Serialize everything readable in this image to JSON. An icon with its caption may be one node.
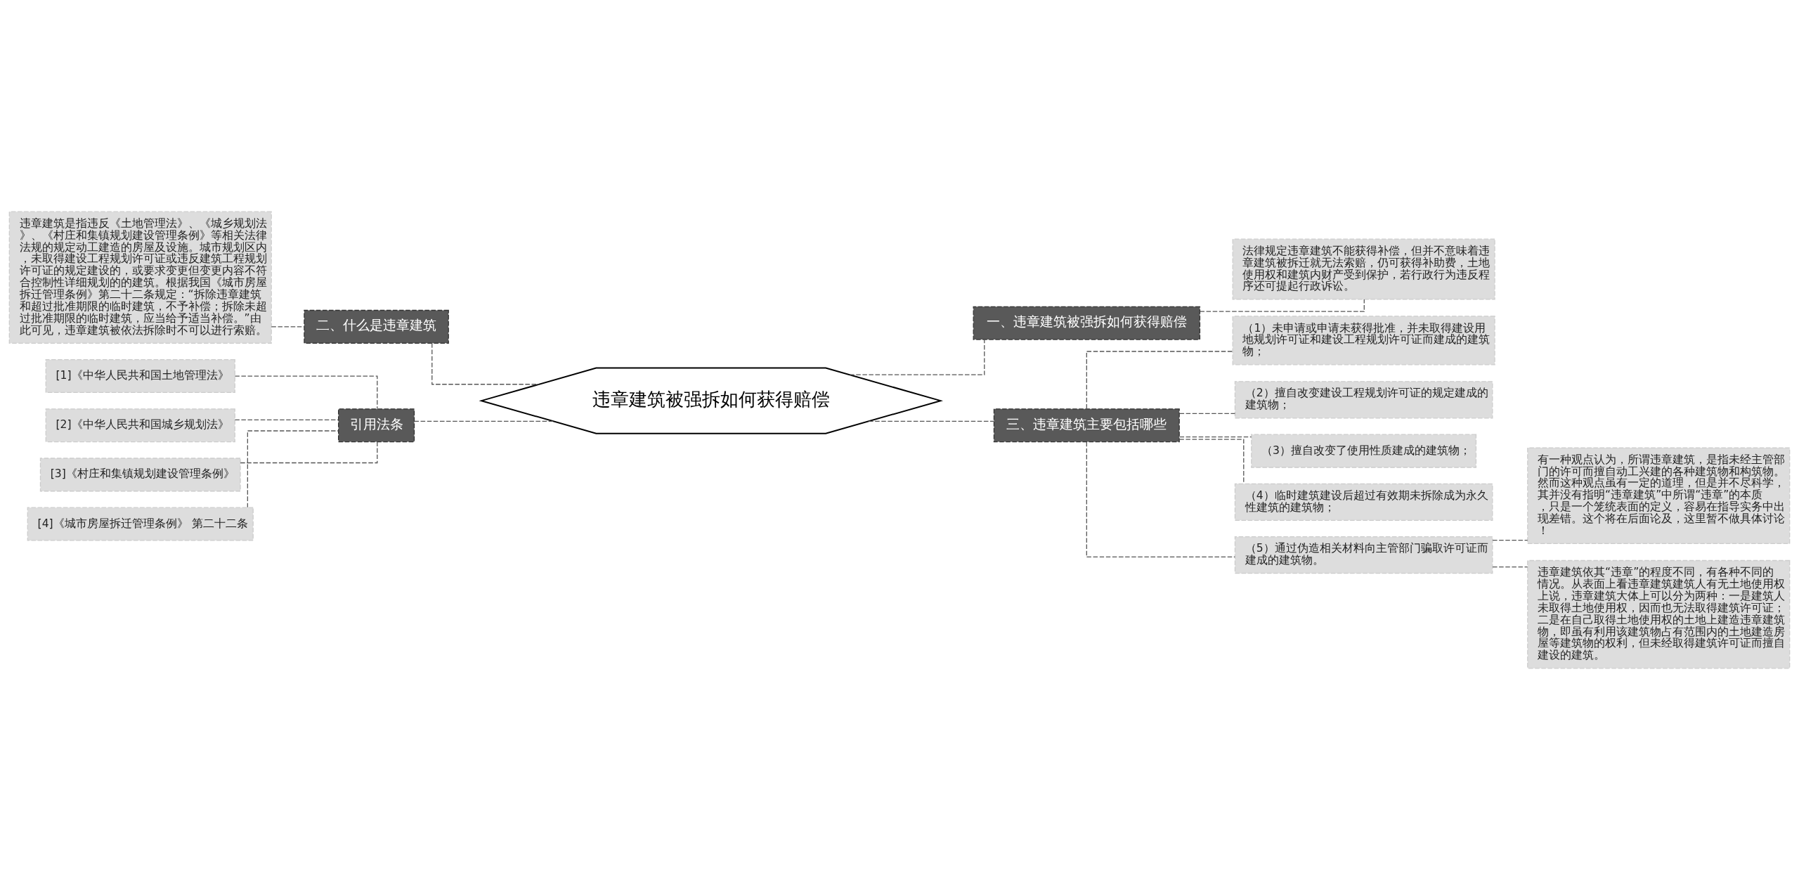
{
  "diagram": {
    "nodes": [
      {
        "text": [
          "违章建筑被强拆如何获得赔偿"
        ]
      },
      {
        "text": [
          "一、违章建筑被强拆如何获得赔偿"
        ]
      },
      {
        "text": [
          "法律规定违章建筑不能获得补偿，但并不意味着违章建筑被拆迁就无法索赔，仍可获得补助费，土地使用权和建筑内财产受到保护，若行政行为违反程序还可提起行政诉讼。"
        ]
      },
      {
        "text": [
          "三、违章建筑主要包括哪些"
        ]
      },
      {
        "text": [
          "（1）未申请或申请未获得批准，并未取得建设用地规划许可证和建设工程规划许可证而建成的建筑物；"
        ]
      },
      {
        "text": [
          "（2）擅自改变建设工程规划许可证的规定建成的建筑物；"
        ]
      },
      {
        "text": [
          "（3）擅自改变了使用性质建成的建筑物；"
        ]
      },
      {
        "text": [
          "（4）临时建筑建设后超过有效期未拆除成为永久性建筑的建筑物；"
        ]
      },
      {
        "text": [
          "（5）通过伪造相关材料向主管部门骗取许可证而建成的建筑物。"
        ]
      },
      {
        "text": [
          "有一种观点认为，所谓违章建筑，是指未经主管部门的许可而擅自动工兴建的各种建筑物和构筑物。然而这种观点虽有一定的道理，但是并不尽科学，其并没有指明“违章建筑”中所谓“违章”的本质，只是一个笼统表面的定义，容易在指导实务中出现差错。这个将在后面论及，这里暂不做具体讨论！"
        ]
      },
      {
        "text": [
          "违章建筑依其“违章”的程度不同，有各种不同的情况。从表面上看违章建筑建筑人有无土地使用权上说，违章建筑大体上可以分为两种：一是建筑人未取得土地使用权，因而也无法取得建筑许可证；二是在自己取得土地使用权的土地上建造违章建筑物，即虽有利用该建筑物占有范围内的土地建造房屋等建筑物的权利，但未经取得建筑许可证而擅自建设的建筑。"
        ]
      },
      {
        "text": [
          "二、什么是违章建筑"
        ]
      },
      {
        "text": [
          "违章建筑是指违反《土地管理法》、《城乡规划法》、《村庄和集镇规划建设管理条例》等相关法律法规的规定动工建造的房屋及设施。城市规划区内，未取得建设工程规划许可证或违反建筑工程规划许可证的规定建设的，或要求变更但变更内容不符合控制性详细规划的的建筑。根据我国《城市房屋拆迁管理条例》第二十二条规定：“拆除违章建筑和超过批准期限的临时建筑，不予补偿；拆除未超过批准期限的临时建筑，应当给予适当补偿。”由此可见，违章建筑被依法拆除时不可以进行索赔。"
        ]
      },
      {
        "text": [
          "引用法条"
        ]
      },
      {
        "text": [
          "[1]《中华人民共和国土地管理法》"
        ]
      },
      {
        "text": [
          "[2]《中华人民共和国城乡规划法》"
        ]
      },
      {
        "text": [
          "[3]《村庄和集镇规划建设管理条例》"
        ]
      },
      {
        "text": [
          "[4]《城市房屋拆迁管理条例》 第二十二条"
        ]
      }
    ],
    "edges": [
      {
        "from": 0,
        "to": 1,
        "arrow": "none",
        "style": "dashed"
      },
      {
        "from": 1,
        "to": 2,
        "arrow": "none",
        "style": "dashed"
      },
      {
        "from": 0,
        "to": 3,
        "arrow": "none",
        "style": "dashed"
      },
      {
        "from": 3,
        "to": 4,
        "arrow": "none",
        "style": "dashed"
      },
      {
        "from": 3,
        "to": 5,
        "arrow": "none",
        "style": "dashed"
      },
      {
        "from": 3,
        "to": 6,
        "arrow": "none",
        "style": "dashed"
      },
      {
        "from": 3,
        "to": 7,
        "arrow": "none",
        "style": "dashed"
      },
      {
        "from": 3,
        "to": 8,
        "arrow": "none",
        "style": "dashed"
      },
      {
        "from": 8,
        "to": 9,
        "arrow": "none",
        "style": "dashed"
      },
      {
        "from": 8,
        "to": 10,
        "arrow": "none",
        "style": "dashed"
      },
      {
        "from": 0,
        "to": 11,
        "arrow": "none",
        "style": "dashed"
      },
      {
        "from": 11,
        "to": 12,
        "arrow": "none",
        "style": "dashed"
      },
      {
        "from": 0,
        "to": 13,
        "arrow": "none",
        "style": "dashed"
      },
      {
        "from": 13,
        "to": 14,
        "arrow": "none",
        "style": "dashed"
      },
      {
        "from": 13,
        "to": 15,
        "arrow": "none",
        "style": "dashed"
      },
      {
        "from": 13,
        "to": 16,
        "arrow": "none",
        "style": "dashed"
      },
      {
        "from": 13,
        "to": 17,
        "arrow": "none",
        "style": "dashed"
      }
    ]
  }
}
